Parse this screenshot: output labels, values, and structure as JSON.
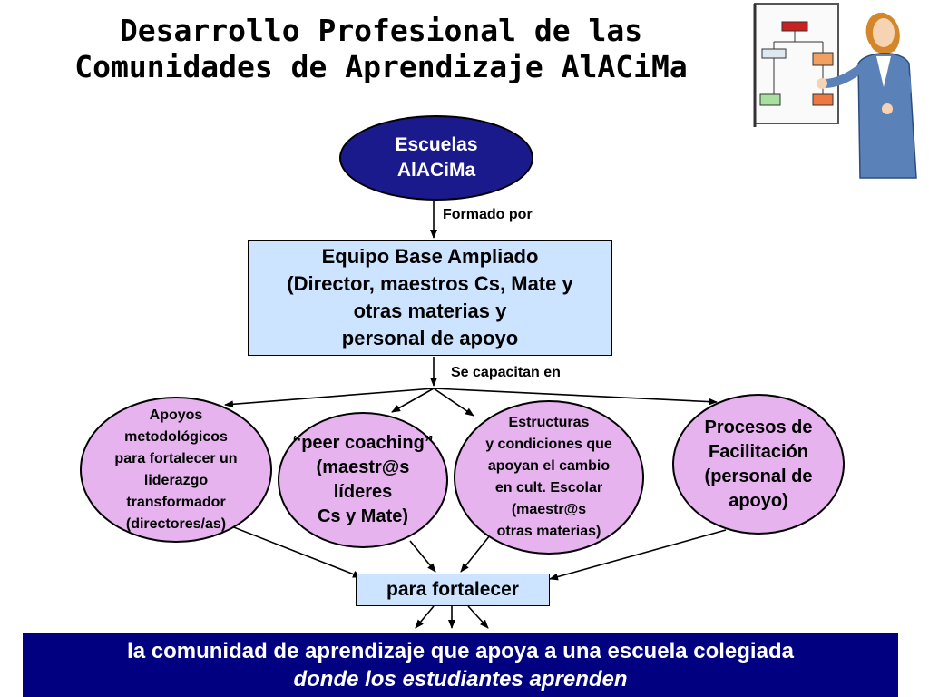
{
  "title": {
    "line1": "Desarrollo Profesional de las",
    "line2": "Comunidades de Aprendizaje AlACiMa"
  },
  "nodes": {
    "escuelas": [
      "Escuelas",
      "AlACiMa"
    ],
    "equipo": [
      "Equipo Base Ampliado",
      "(Director, maestros Cs, Mate y",
      "otras materias y",
      "personal de apoyo"
    ],
    "apoyos": [
      "Apoyos",
      "metodológicos",
      "para fortalecer un",
      "liderazgo",
      "transformador",
      "(directores/as)"
    ],
    "peer": [
      "“peer coaching”",
      "(maestr@s",
      "líderes",
      "Cs y Mate)"
    ],
    "estructuras": [
      "Estructuras",
      "y condiciones que",
      "apoyan el cambio",
      "en cult. Escolar",
      "(maestr@s",
      "otras materias)"
    ],
    "procesos": [
      "Procesos de",
      "Facilitación",
      "(personal de",
      "apoyo)"
    ],
    "fortalecer": "para fortalecer",
    "banner": {
      "line1": "la comunidad de aprendizaje que apoya a una escuela colegiada",
      "line2": "donde los estudiantes aprenden"
    }
  },
  "edge_labels": {
    "formado_por": "Formado por",
    "se_capacitan_en": "Se capacitan en"
  },
  "colors": {
    "escuelas_fill": "#1a1a8c",
    "box_fill": "#cce4ff",
    "ellipse_fill": "#e6b3ef",
    "banner_fill": "#000080"
  },
  "illustration": {
    "icon": "presenter-with-flipchart-icon"
  }
}
